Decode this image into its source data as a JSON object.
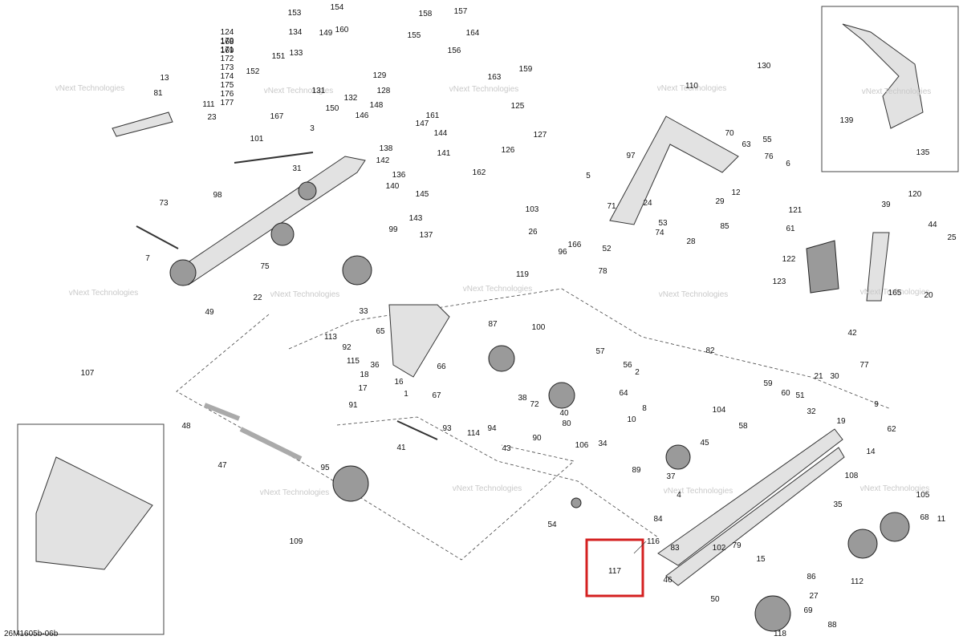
{
  "figure_id": "26M1605b-06b",
  "watermark": "vNext Technologies",
  "highlight": {
    "label": "117",
    "color": "#d42020"
  },
  "callouts": [
    "1",
    "2",
    "3",
    "4",
    "5",
    "6",
    "7",
    "8",
    "9",
    "10",
    "11",
    "12",
    "13",
    "14",
    "15",
    "16",
    "17",
    "18",
    "19",
    "20",
    "21",
    "22",
    "23",
    "24",
    "25",
    "26",
    "27",
    "28",
    "29",
    "30",
    "31",
    "32",
    "33",
    "34",
    "35",
    "36",
    "37",
    "38",
    "39",
    "40",
    "41",
    "42",
    "43",
    "44",
    "45",
    "46",
    "47",
    "48",
    "49",
    "50",
    "51",
    "52",
    "53",
    "54",
    "55",
    "56",
    "57",
    "58",
    "59",
    "60",
    "61",
    "62",
    "63",
    "64",
    "65",
    "66",
    "67",
    "68",
    "69",
    "70",
    "71",
    "72",
    "73",
    "74",
    "75",
    "76",
    "77",
    "78",
    "79",
    "80",
    "81",
    "82",
    "83",
    "84",
    "85",
    "86",
    "87",
    "88",
    "89",
    "90",
    "91",
    "92",
    "93",
    "94",
    "95",
    "96",
    "97",
    "98",
    "99",
    "100",
    "101",
    "102",
    "103",
    "104",
    "105",
    "106",
    "107",
    "108",
    "109",
    "110",
    "111",
    "112",
    "113",
    "114",
    "115",
    "116",
    "117",
    "118",
    "119",
    "120",
    "121",
    "122",
    "123",
    "124",
    "125",
    "126",
    "127",
    "128",
    "129",
    "130",
    "131",
    "132",
    "133",
    "134",
    "135",
    "136",
    "137",
    "138",
    "139",
    "140",
    "141",
    "142",
    "143",
    "144",
    "145",
    "146",
    "147",
    "148",
    "149",
    "150",
    "151",
    "152",
    "153",
    "154",
    "155",
    "156",
    "157",
    "158",
    "159",
    "160",
    "161",
    "162",
    "163",
    "164",
    "165",
    "166",
    "167",
    "168",
    "169",
    "170",
    "171",
    "172",
    "173",
    "174",
    "175",
    "176",
    "177"
  ]
}
